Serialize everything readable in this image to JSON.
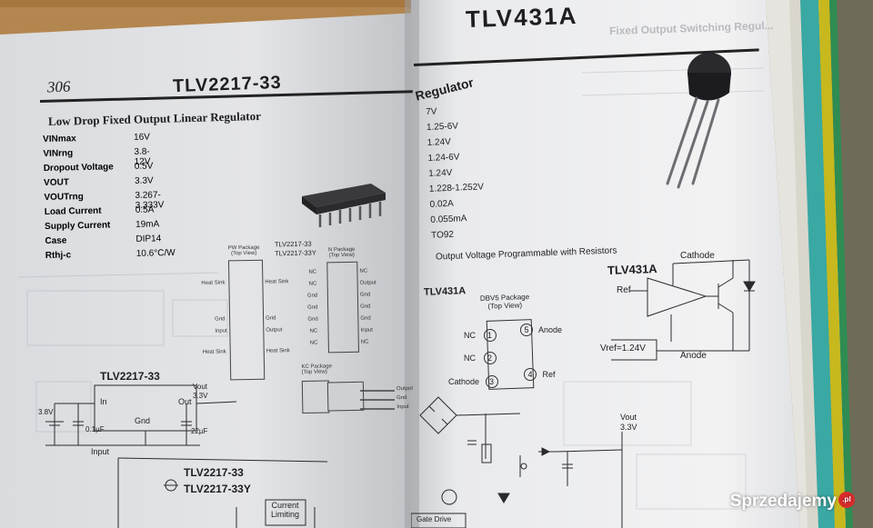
{
  "left_page": {
    "page_number": "306",
    "header_title": "TLV2217-33",
    "section_title": "Low Drop Fixed Output Linear Regulator",
    "specs": [
      {
        "label": "VINmax",
        "value": "16V"
      },
      {
        "label": "VINrng",
        "value": "3.8-12V"
      },
      {
        "label": "Dropout Voltage",
        "value": "0.5V"
      },
      {
        "label": "VOUT",
        "value": "3.3V"
      },
      {
        "label": "VOUTrng",
        "value": "3.267-3.333V"
      },
      {
        "label": "Load Current",
        "value": "0.5A"
      },
      {
        "label": "Supply Current",
        "value": "19mA"
      },
      {
        "label": "Case",
        "value": "DIP14"
      },
      {
        "label": "Rthj-c",
        "value": "10.6°C/W"
      }
    ],
    "pw_package": {
      "title": "PW Package\n(Top View)",
      "left_labels": [
        "Heat Sink",
        "Grid",
        "Input",
        "Heat Sink"
      ],
      "right_labels": [
        "Heat Sink",
        "Grid",
        "Output",
        "Heat Sink"
      ]
    },
    "center_label": [
      "TLV2217-33",
      "TLV2217-33Y"
    ],
    "n_package": {
      "title": "N Package\n(Top View)",
      "left_labels": [
        "NC",
        "NC",
        "Gnd",
        "Gnd",
        "Gnd",
        "NC",
        "NC"
      ],
      "right_labels": [
        "NC",
        "Output",
        "Gnd",
        "Gnd",
        "Gnd",
        "Input",
        "NC"
      ]
    },
    "kc_package": {
      "title": "KC Package\n(Top View)",
      "pins": [
        "Output",
        "Gnd",
        "Input"
      ]
    },
    "circuit": {
      "chip_name": "TLV2217-33",
      "in_label": "In",
      "out_label": "Out",
      "gnd_label": "Gnd",
      "vin": "3.8V",
      "vout_label": "Vout",
      "vout": "3.3V",
      "cap_in": "0.1µF",
      "cap_out": "22µF"
    },
    "bottom": {
      "input_label": "Input",
      "chip_a": "TLV2217-33",
      "chip_b": "TLV2217-33Y",
      "current_limiting": "Current\nLimiting"
    }
  },
  "right_page": {
    "header_title": "TLV431A",
    "faded_heading": "Fixed Output Switching Regul...",
    "section_title": "Regulator",
    "specs_values": [
      "7V",
      "1.25-6V",
      "1.24V",
      "1.24-6V",
      "1.24V",
      "1.228-1.252V",
      "0.02A",
      "0.055mA",
      "TO92"
    ],
    "description": "Output Voltage Programmable with Resistors",
    "schematic": {
      "name": "TLV431A",
      "ref_label": "Ref",
      "cathode_label": "Cathode",
      "anode_label": "Anode",
      "vref_label": "Vref=1.24V"
    },
    "dbv5": {
      "name": "TLV431A",
      "title": "DBV5 Package\n(Top View)",
      "pins": [
        {
          "num": "1",
          "label": "NC"
        },
        {
          "num": "2",
          "label": "NC"
        },
        {
          "num": "3",
          "label": "Cathode"
        },
        {
          "num": "4",
          "label": "Ref"
        },
        {
          "num": "5",
          "label": "Anode"
        }
      ]
    },
    "vout_label": "Vout",
    "vout": "3.3V",
    "gate_drive": "Gate Drive"
  },
  "watermark": {
    "text": "Sprzedajemy",
    "badge": ".pl"
  }
}
